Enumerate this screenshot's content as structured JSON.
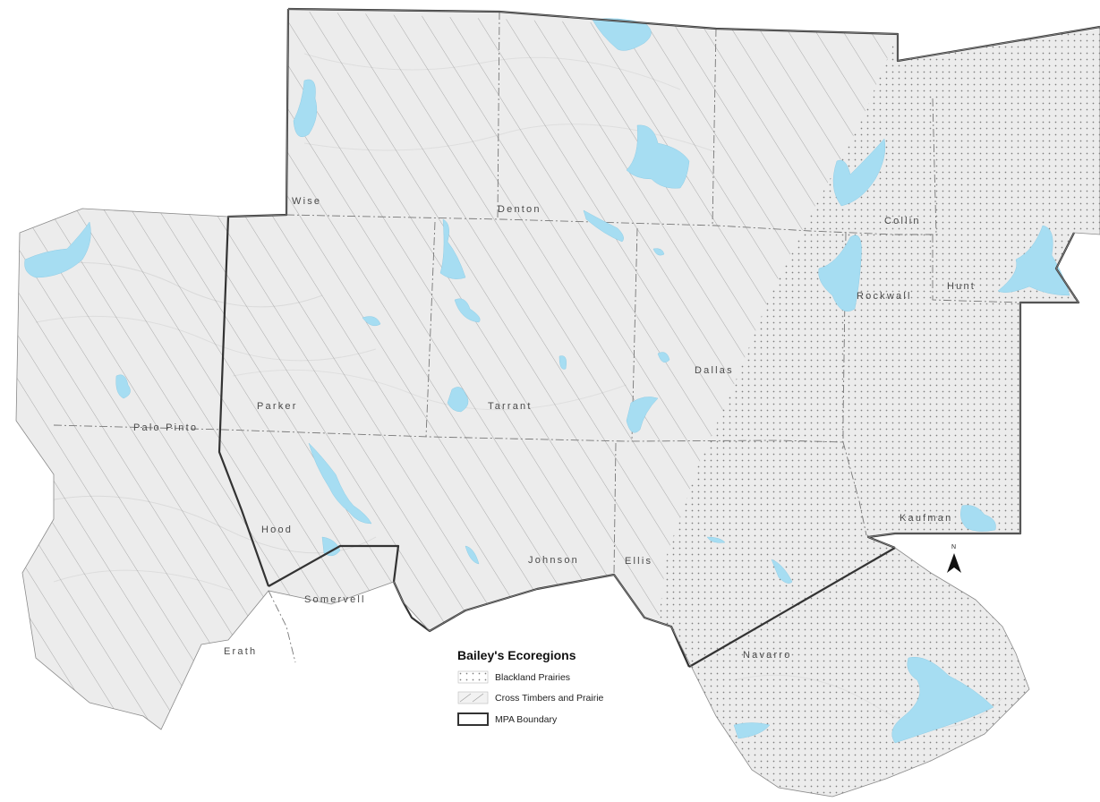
{
  "map": {
    "counties": [
      {
        "id": "wise",
        "label": "Wise"
      },
      {
        "id": "denton",
        "label": "Denton"
      },
      {
        "id": "collin",
        "label": "Collin"
      },
      {
        "id": "hunt",
        "label": "Hunt"
      },
      {
        "id": "rockwall",
        "label": "Rockwall"
      },
      {
        "id": "dallas",
        "label": "Dallas"
      },
      {
        "id": "tarrant",
        "label": "Tarrant"
      },
      {
        "id": "parker",
        "label": "Parker"
      },
      {
        "id": "palo-pinto",
        "label": "Palo Pinto"
      },
      {
        "id": "hood",
        "label": "Hood"
      },
      {
        "id": "somervell",
        "label": "Somervell"
      },
      {
        "id": "erath",
        "label": "Erath"
      },
      {
        "id": "johnson",
        "label": "Johnson"
      },
      {
        "id": "ellis",
        "label": "Ellis"
      },
      {
        "id": "kaufman",
        "label": "Kaufman"
      },
      {
        "id": "navarro",
        "label": "Navarro"
      }
    ],
    "colors": {
      "land": "#ececec",
      "water": "#a6ddf2",
      "boundary": "#333333",
      "county_line": "#777777",
      "hatch": "#8c8c8c",
      "dots": "#8c8c8c"
    },
    "north_arrow": {
      "label": "N"
    }
  },
  "legend": {
    "title": "Bailey's Ecoregions",
    "items": [
      {
        "id": "blackland",
        "label": "Blackland Prairies",
        "pattern": "dots"
      },
      {
        "id": "cross-timbers",
        "label": "Cross Timbers and Prairie",
        "pattern": "hatch"
      },
      {
        "id": "mpa",
        "label": "MPA Boundary",
        "pattern": "outline"
      }
    ]
  }
}
